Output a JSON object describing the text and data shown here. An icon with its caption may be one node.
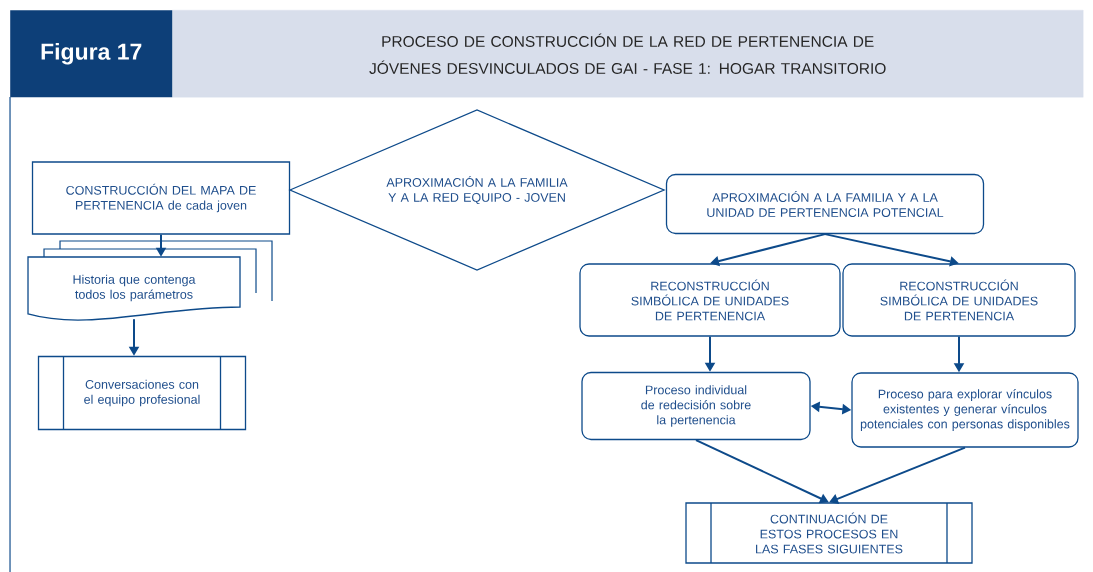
{
  "diagram": {
    "title": "PROCESO DE CONSTRUCCIÓN DE LA RED DE PERTENENCIA DE JÓVENES DESVINCULADOS DE GAI - FASE 1: HOGAR TRANSITORIO",
    "nodes": [
      {
        "text": [
          "CONSTRUCCIÓN DEL MAPA DE PERTENENCIA de cada joven"
        ]
      },
      {
        "text": [
          "APROXIMACIÓN A LA FAMILIA Y A LA RED EQUIPO - JOVEN"
        ]
      },
      {
        "text": [
          "APROXIMACIÓN A LA FAMILIA Y A LA UNIDAD DE PERTENENCIA POTENCIAL"
        ]
      },
      {
        "text": [
          "Historia que contenga todos los parámetros"
        ]
      },
      {
        "text": [
          "Conversaciones con el equipo profesional"
        ]
      },
      {
        "text": [
          "RECONSTRUCCIÓN SIMBÓLICA DE UNIDADES DE PERTENENCIA"
        ]
      },
      {
        "text": [
          "RECONSTRUCCIÓN SIMBÓLICA DE UNIDADES DE PERTENENCIA"
        ]
      },
      {
        "text": [
          "Proceso individual de redecisión sobre la pertenencia"
        ]
      },
      {
        "text": [
          "Proceso para explorar vínculos existentes y generar vínculos potenciales con personas disponibles"
        ]
      },
      {
        "text": [
          "CONTINUACIÓN DE ESTOS PROCESOS EN LAS FASES SIGUIENTES"
        ]
      }
    ],
    "edges": [
      {
        "from": 0,
        "to": 3,
        "arrow": "to"
      },
      {
        "from": 3,
        "to": 4,
        "arrow": "to"
      },
      {
        "from": 2,
        "to": 5,
        "arrow": "to"
      },
      {
        "from": 2,
        "to": 6,
        "arrow": "to"
      },
      {
        "from": 5,
        "to": 7,
        "arrow": "to"
      },
      {
        "from": 6,
        "to": 8,
        "arrow": "to"
      },
      {
        "from": 7,
        "to": 8,
        "arrow": "both"
      },
      {
        "from": 7,
        "to": 9,
        "arrow": "to"
      },
      {
        "from": 8,
        "to": 9,
        "arrow": "to"
      }
    ],
    "labels": [
      "Figura 17"
    ]
  }
}
